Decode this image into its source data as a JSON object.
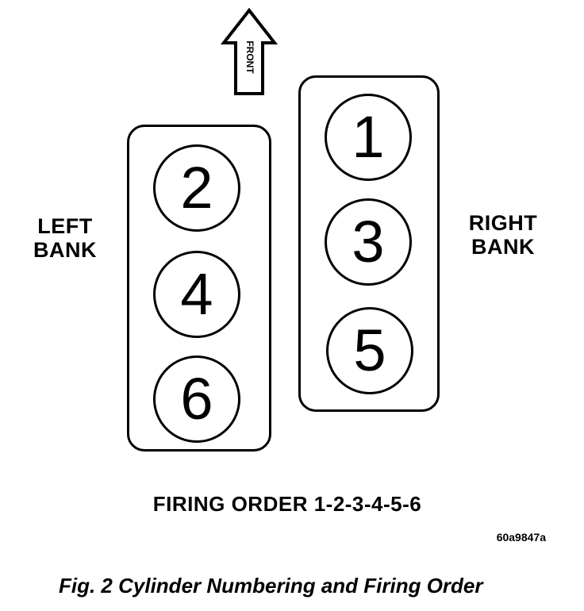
{
  "front_label": "FRONT",
  "left_bank": {
    "label_line1": "LEFT",
    "label_line2": "BANK",
    "cylinders": [
      "2",
      "4",
      "6"
    ]
  },
  "right_bank": {
    "label_line1": "RIGHT",
    "label_line2": "BANK",
    "cylinders": [
      "1",
      "3",
      "5"
    ]
  },
  "firing_order": "FIRING ORDER 1-2-3-4-5-6",
  "figure_code": "60a9847a",
  "caption": "Fig. 2 Cylinder Numbering and Firing Order"
}
